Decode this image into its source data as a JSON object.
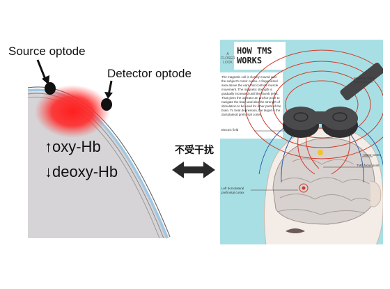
{
  "left_panel": {
    "source_label": "Source optode",
    "detector_label": "Detector optode",
    "oxy_label": "↑oxy-Hb",
    "deoxy_label": "↓deoxy-Hb"
  },
  "center": {
    "caption": "不受干扰",
    "arrow_icon": "double-arrow-icon"
  },
  "right_panel": {
    "closer_look": "A\nCLOSER\nLOOK",
    "title": "HOW TMS\nWORKS",
    "body_text": "The magnetic coil is closely moved over the subject's motor cortex. A finger-sized area above the ears that controls muscle movement. The magnetic strength is gradually increased until the thumb jerks. That gives the operator an anchor point to navigate the brain and also the strength of stimulation to be used for other parts of the brain. To treat depression, the target is the dorsolateral prefrontal cortex.",
    "labels": {
      "magnetic_fields": "Magnetic fields",
      "electric_field": "Electric field",
      "motor_cortex": "Motor cortex",
      "tms_focus": "TMS focus point",
      "dlpfc": "Left dorsolateral\nprefrontal cortex"
    }
  },
  "colors": {
    "skull_fill": "#d6d4d6",
    "red_glow": "#ff1f1f",
    "tms_background": "#a8dfe4",
    "coil": "#3d3d3f",
    "field_lines": "#d23a2a"
  }
}
